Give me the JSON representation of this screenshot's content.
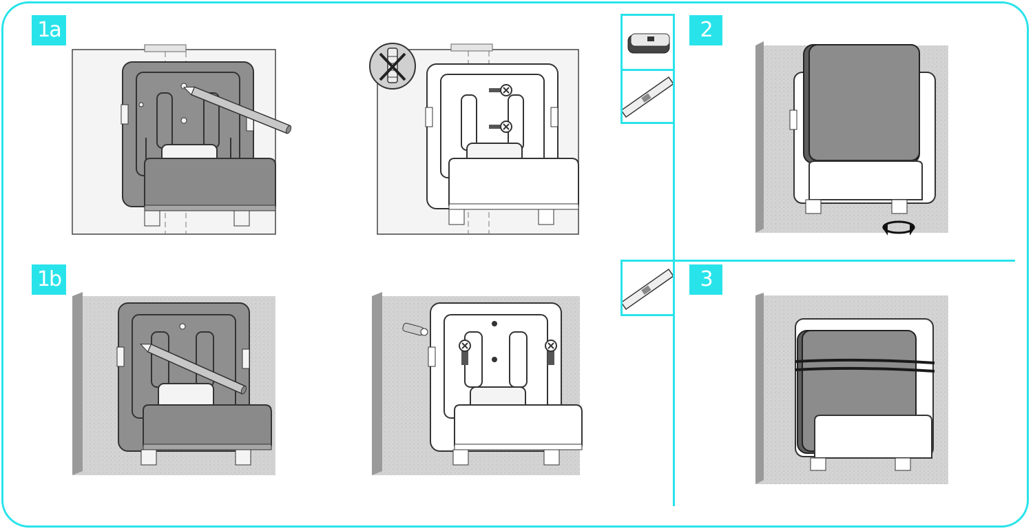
{
  "steps": {
    "step_1a": "1a",
    "step_1b": "1b",
    "step_2": "2",
    "step_3": "3"
  },
  "colors": {
    "accent": "#29e3ea",
    "wall": "#d6d6d6",
    "bracket_dark": "#8f8f8f",
    "device": "#8c8c8c",
    "outline": "#333333"
  },
  "icons": {
    "no_anchor": "no-wall-anchor-icon",
    "tool_1": "stud-finder-icon",
    "tool_2": "spirit-level-icon",
    "tool_3": "spirit-level-icon",
    "rotate": "rotate-arrows-icon"
  }
}
